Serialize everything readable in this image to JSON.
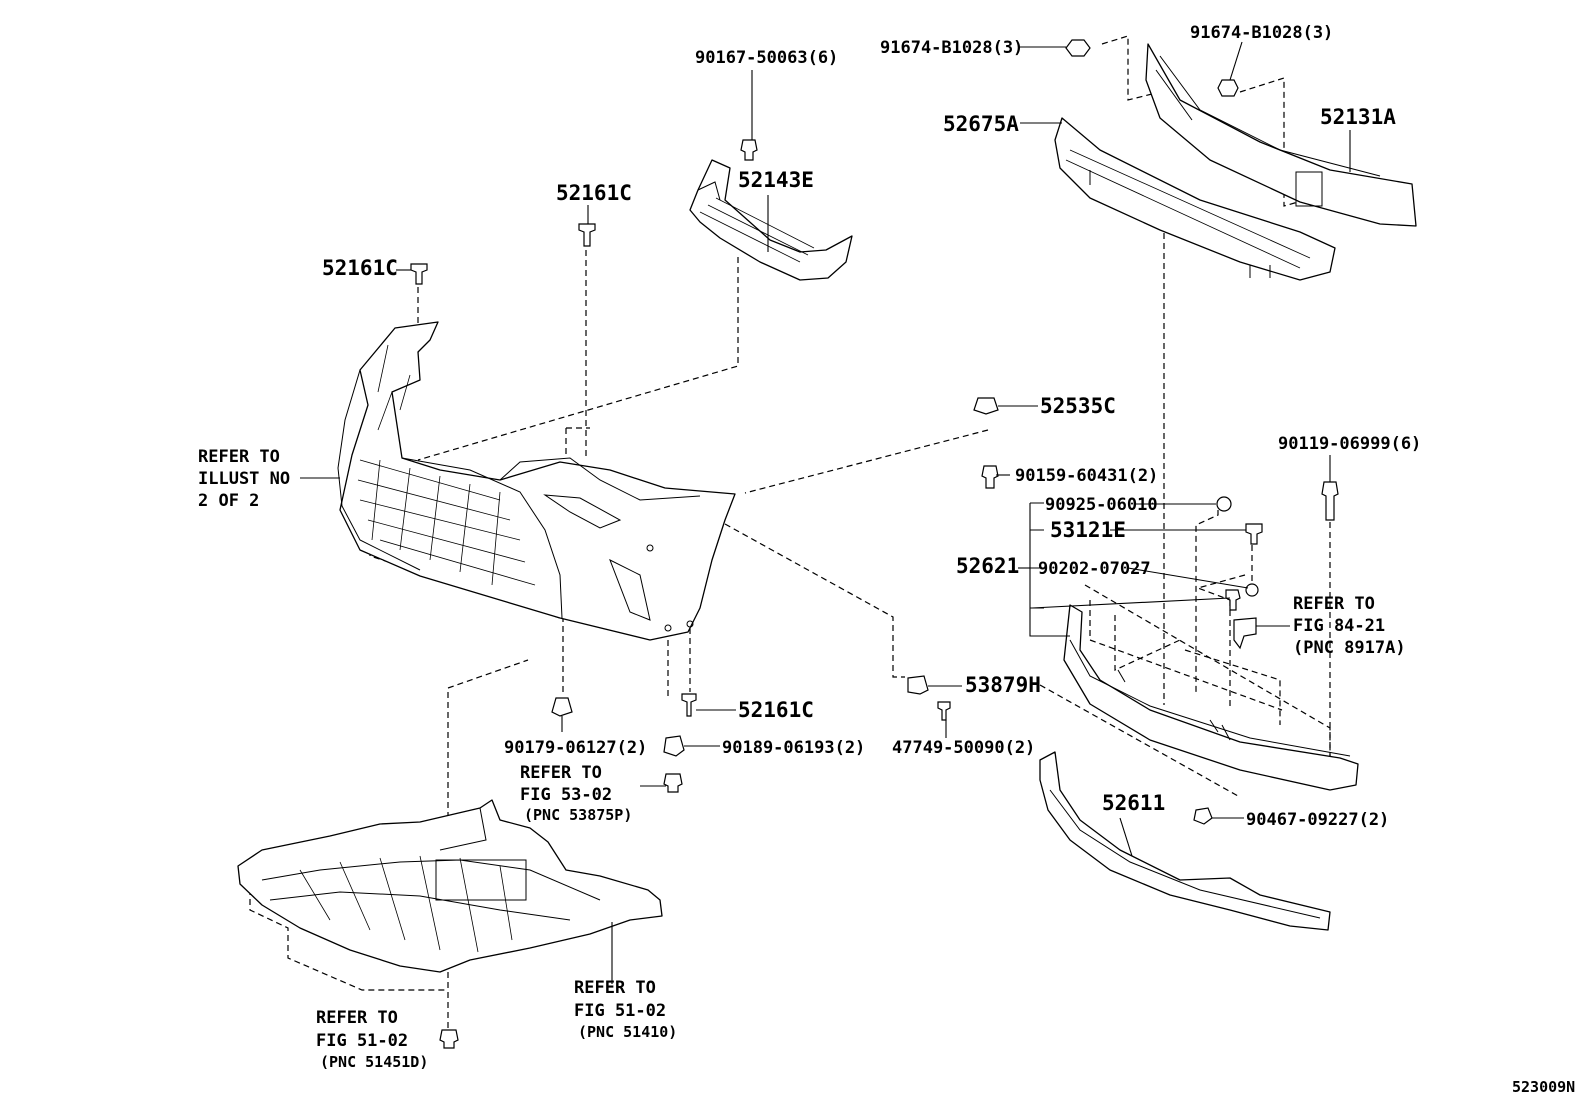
{
  "part_labels": {
    "p90167": "90167-50063(6)",
    "p52161c_a": "52161C",
    "p52161c_b": "52161C",
    "p52143e": "52143E",
    "p52161c_c": "52161C",
    "p91674_a": "91674-B1028(3)",
    "p91674_b": "91674-B1028(3)",
    "p52675a": "52675A",
    "p52131a": "52131A",
    "p52535c": "52535C",
    "p90159": "90159-60431(2)",
    "p90119": "90119-06999(6)",
    "p90925": "90925-06010",
    "p53121e": "53121E",
    "p52621": "52621",
    "p90202": "90202-07027",
    "p53879h": "53879H",
    "p47749": "47749-50090(2)",
    "p90179": "90179-06127(2)",
    "p90189": "90189-06193(2)",
    "p52611": "52611",
    "p90467": "90467-09227(2)"
  },
  "references": {
    "illust": [
      "REFER TO",
      "ILLUST NO",
      "2 OF 2"
    ],
    "fig53": [
      "REFER TO",
      "FIG 53-02",
      "(PNC 53875P)"
    ],
    "fig84": [
      "REFER TO",
      "FIG 84-21",
      "(PNC 8917A)"
    ],
    "fig51a": [
      "REFER TO",
      "FIG 51-02",
      "(PNC 51410)"
    ],
    "fig51b": [
      "REFER TO",
      "FIG 51-02",
      "(PNC 51451D)"
    ]
  },
  "diagram_code": "523009N"
}
